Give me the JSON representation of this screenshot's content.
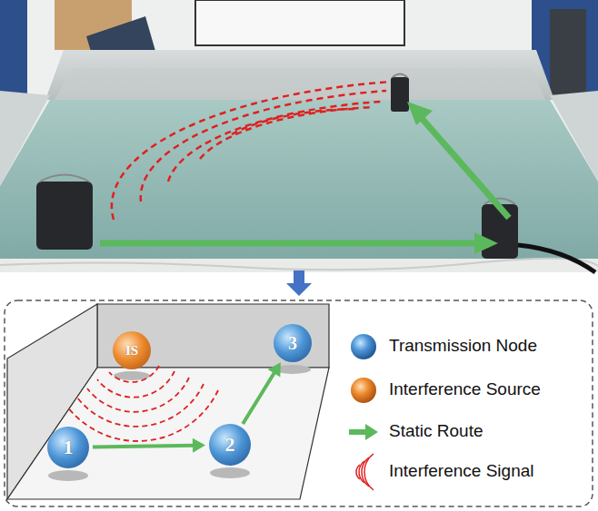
{
  "diagram": {
    "nodes": [
      {
        "text": [
          "1"
        ]
      },
      {
        "text": [
          "2"
        ]
      },
      {
        "text": [
          "3"
        ]
      },
      {
        "text": [
          "IS"
        ]
      }
    ],
    "edges": [
      {
        "from": 0,
        "to": 1,
        "arrow": "to"
      },
      {
        "from": 1,
        "to": 2,
        "arrow": "to"
      }
    ],
    "legend": [
      {
        "text": "Transmission Node"
      },
      {
        "text": "Interference Source"
      },
      {
        "text": "Static Route"
      },
      {
        "text": "Interference Signal"
      }
    ]
  }
}
